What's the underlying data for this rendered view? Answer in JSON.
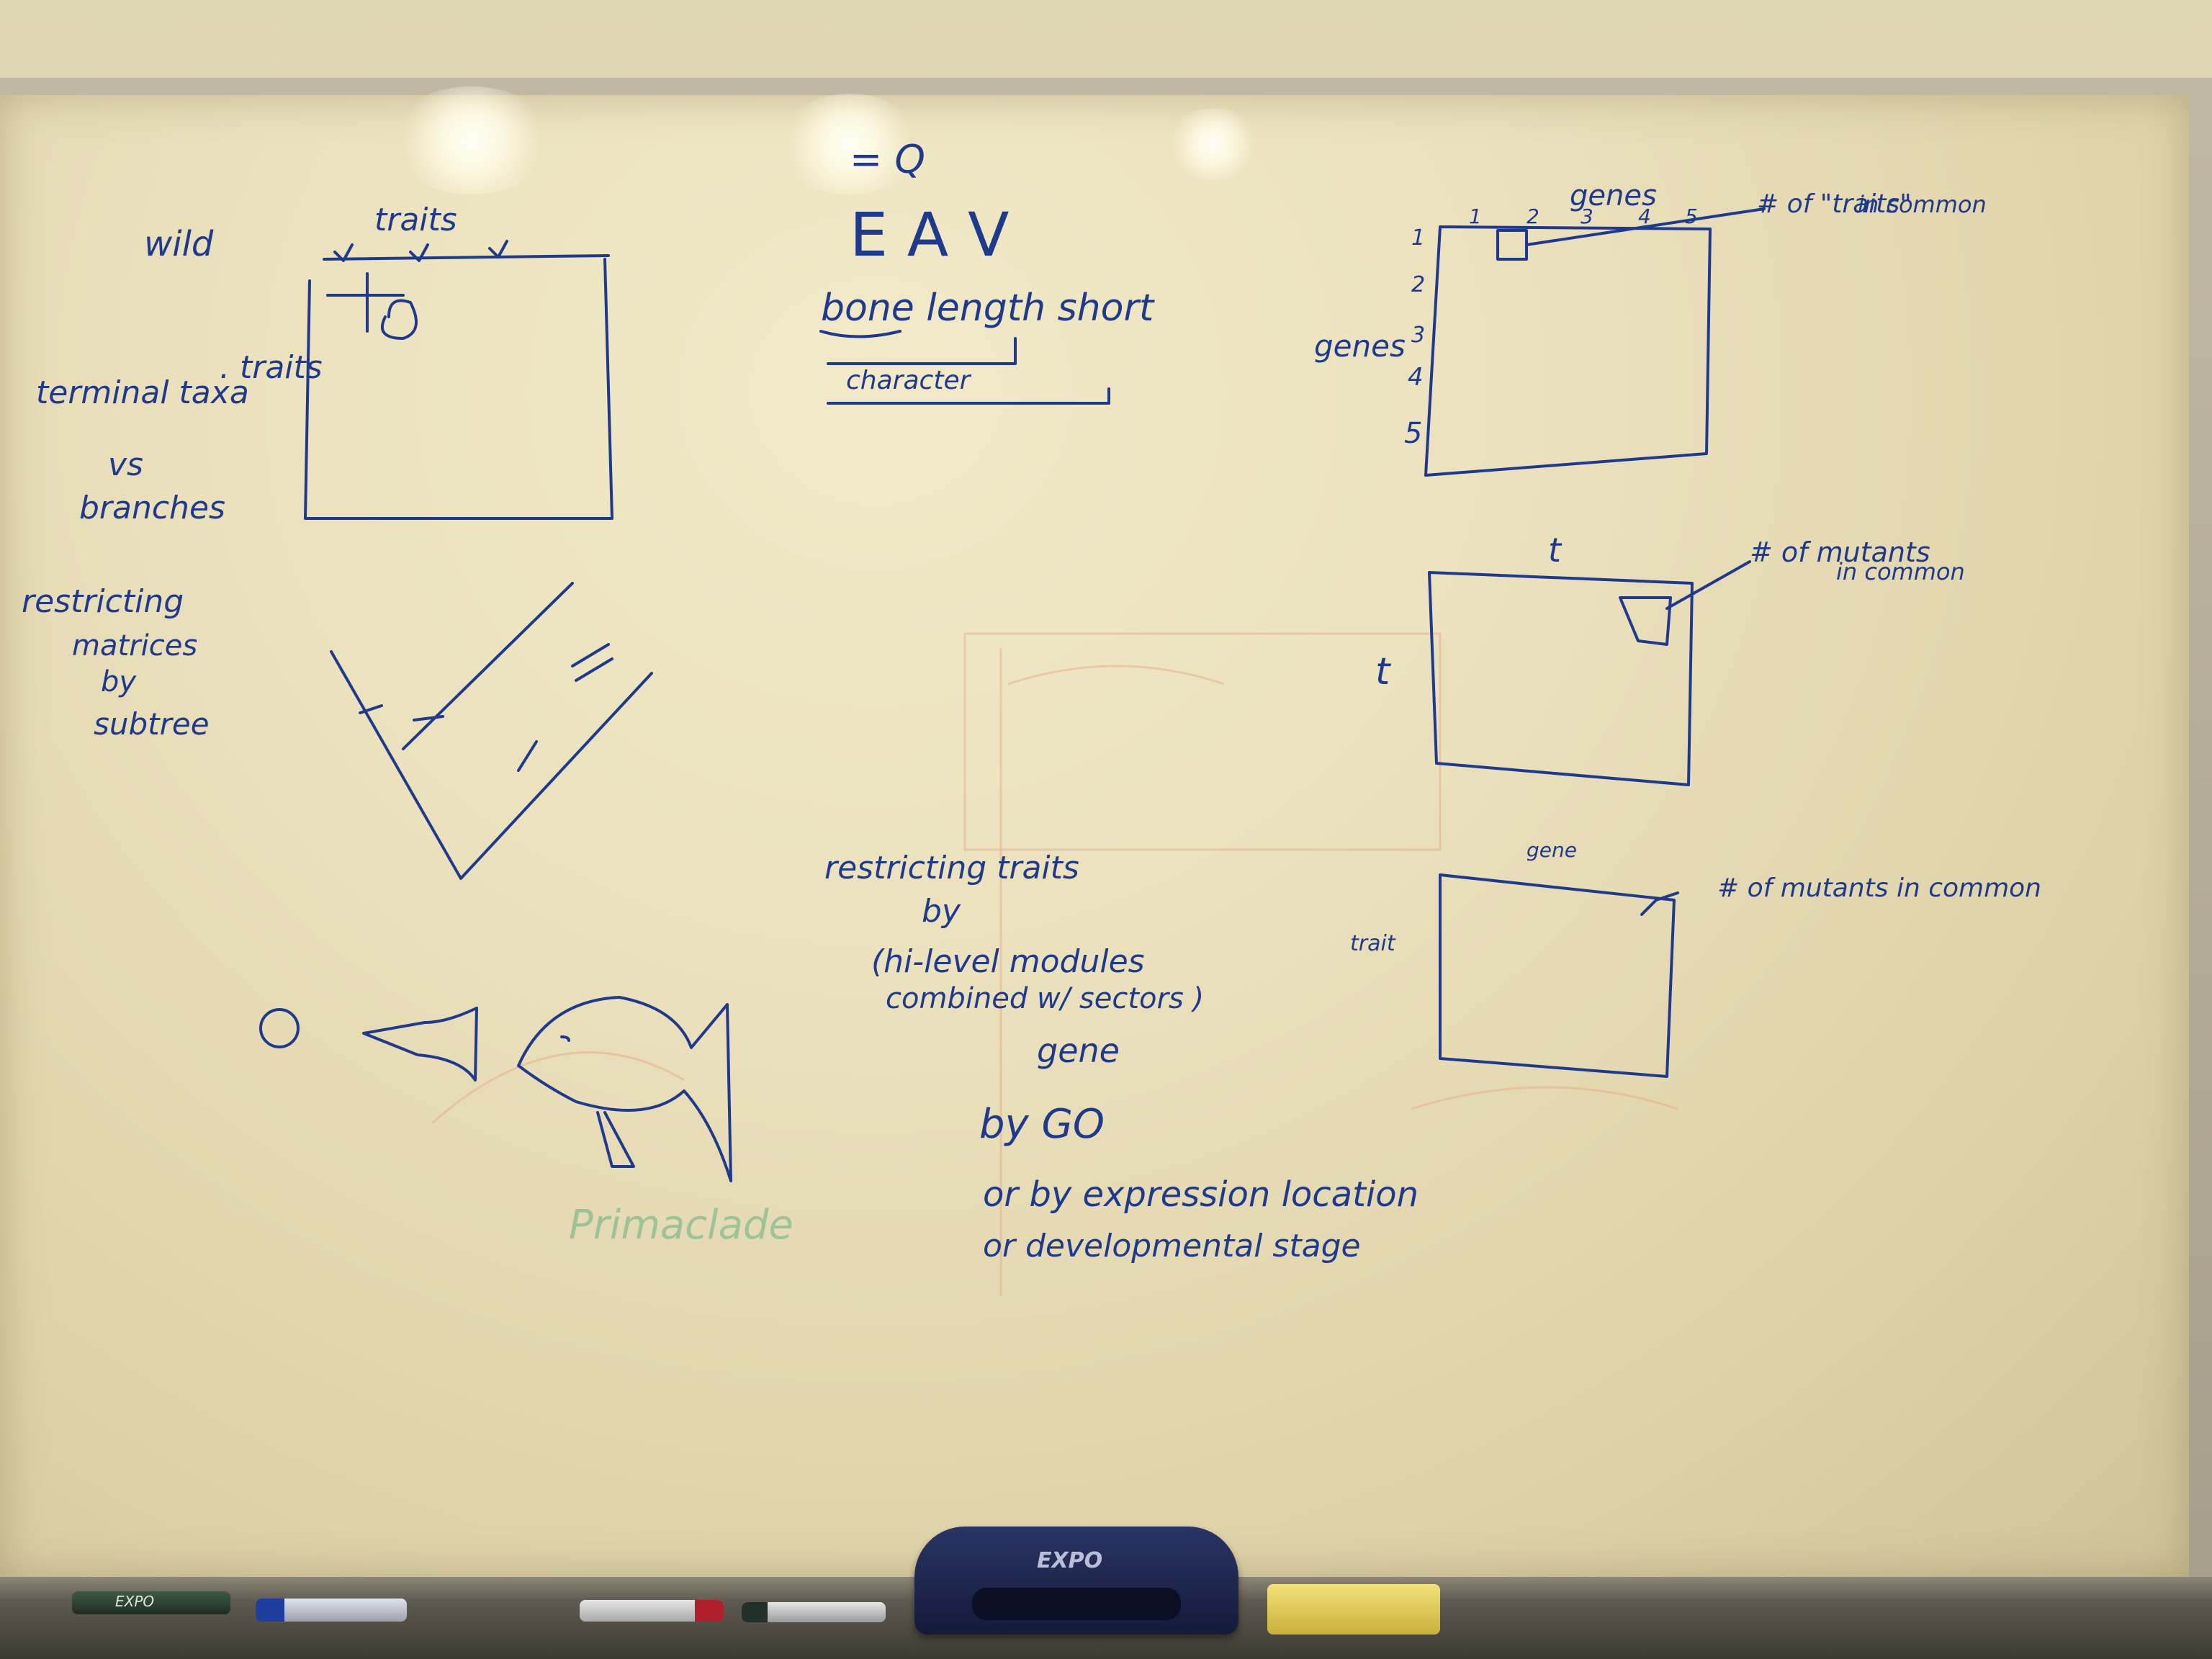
{
  "board": {
    "left_notes": {
      "wild": "wild",
      "traits_top": "traits",
      "terminal_taxa": "terminal taxa",
      "vs": "vs",
      "branches": "branches",
      "traits_side": ". traits",
      "restricting": "restricting",
      "matrices": "matrices",
      "by": "by",
      "subtree": "subtree"
    },
    "middle_notes": {
      "eq": "= Q",
      "eav": "E A V",
      "bone_length": "bone length short",
      "character": "character",
      "restricting_traits": "restricting traits",
      "by1": "by",
      "hi_level": "(hi-level modules",
      "combined": "combined w/ sectors )",
      "gene": "gene",
      "by_go": "by GO",
      "expression": "or by expression location",
      "dev_stage": "or developmental stage"
    },
    "right_notes": {
      "genes_top": "genes",
      "cols": [
        "1",
        "2",
        "3",
        "4",
        "5"
      ],
      "rows": [
        "1",
        "2",
        "3",
        "4",
        "5"
      ],
      "genes_side": "genes",
      "traits_common": "# of \"traits\"",
      "in_common1": "in common",
      "t_top": "t",
      "t_side": "t",
      "mutants_common": "# of mutants",
      "in_common2": "in common",
      "gene_top": "gene",
      "trait_side": "trait",
      "mutants_in_common": "# of mutants in common"
    },
    "faint_notes": {
      "primaclade": "Primaclade"
    },
    "tray": {
      "eraser_brand": "EXPO",
      "marker_brand": "EXPO"
    }
  },
  "colors": {
    "ink_blue": "#1f3a8c",
    "ghost_orange": "#e8a582",
    "ghost_green": "#7fb98a",
    "board": "#ebe1bd"
  }
}
